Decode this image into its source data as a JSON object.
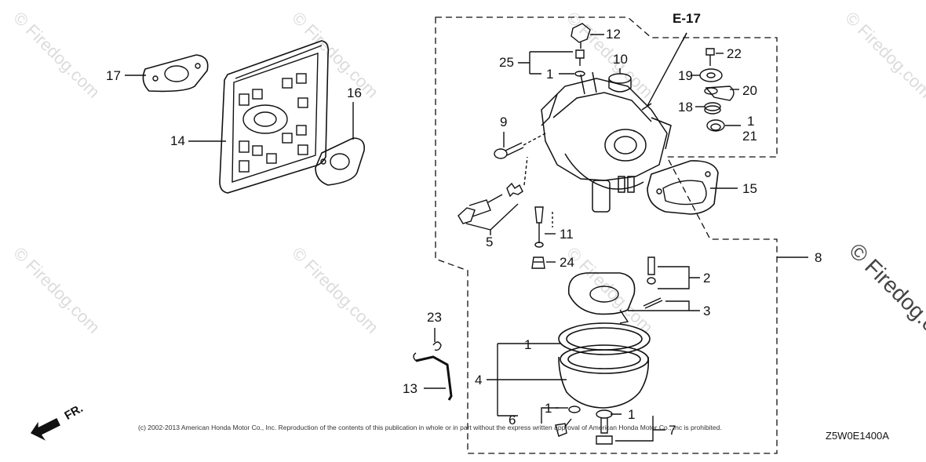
{
  "watermark": "© Firedog.com",
  "reference": "E-17",
  "callouts": {
    "c12": "12",
    "c25": "25",
    "c1a": "1",
    "c10": "10",
    "c9": "9",
    "c22": "22",
    "c19": "19",
    "c20": "20",
    "c18": "18",
    "c1b": "1",
    "c21": "21",
    "c17": "17",
    "c16": "16",
    "c14": "14",
    "c15": "15",
    "c8": "8",
    "c5": "5",
    "c11": "11",
    "c24": "24",
    "c2": "2",
    "c3": "3",
    "c23": "23",
    "c13": "13",
    "c1c": "1",
    "c4": "4",
    "c6": "6",
    "c1d": "1",
    "c1e": "1",
    "c7": "7"
  },
  "copyright": "(c) 2002-2013 American Honda Motor Co., Inc. Reproduction of the contents of this publication in whole or in part without the express written approval of American Honda Motor Co., Inc is prohibited.",
  "diagram_code": "Z5W0E1400A",
  "direction_label": "FR."
}
